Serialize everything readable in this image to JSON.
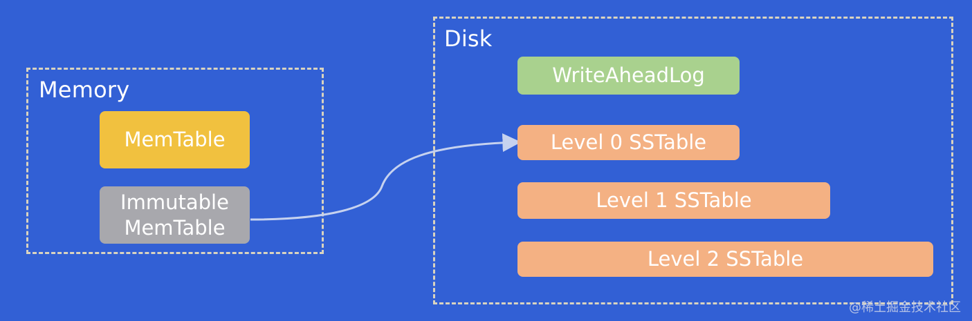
{
  "diagram": {
    "memory": {
      "label": "Memory",
      "blocks": [
        {
          "label": "MemTable",
          "color": "#f1c13f"
        },
        {
          "label": "Immutable\nMemTable",
          "color": "#a8a8ad"
        }
      ]
    },
    "disk": {
      "label": "Disk",
      "blocks": [
        {
          "label": "WriteAheadLog",
          "color": "#a9d18e"
        },
        {
          "label": "Level 0 SSTable",
          "color": "#f4b183"
        },
        {
          "label": "Level 1 SSTable",
          "color": "#f4b183"
        },
        {
          "label": "Level 2 SSTable",
          "color": "#f4b183"
        }
      ]
    },
    "edges": [
      {
        "from": "Immutable MemTable",
        "to": "Level 0 SSTable"
      }
    ]
  },
  "colors": {
    "background": "#3260d5",
    "region_border": "#d9d3bf",
    "arrow": "#c6d2ef",
    "text": "#ffffff"
  },
  "watermark": "@稀土掘金技术社区"
}
